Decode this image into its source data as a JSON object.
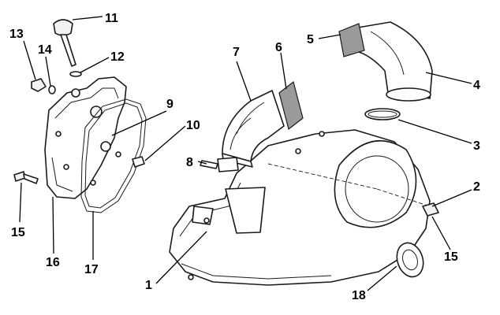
{
  "diagram": {
    "callouts": {
      "c1": "1",
      "c2": "2",
      "c3": "3",
      "c4": "4",
      "c5": "5",
      "c6": "6",
      "c7": "7",
      "c8": "8",
      "c9": "9",
      "c10": "10",
      "c11": "11",
      "c12": "12",
      "c13": "13",
      "c14": "14",
      "c15a": "15",
      "c15b": "15",
      "c16": "16",
      "c17": "17",
      "c18": "18"
    }
  }
}
